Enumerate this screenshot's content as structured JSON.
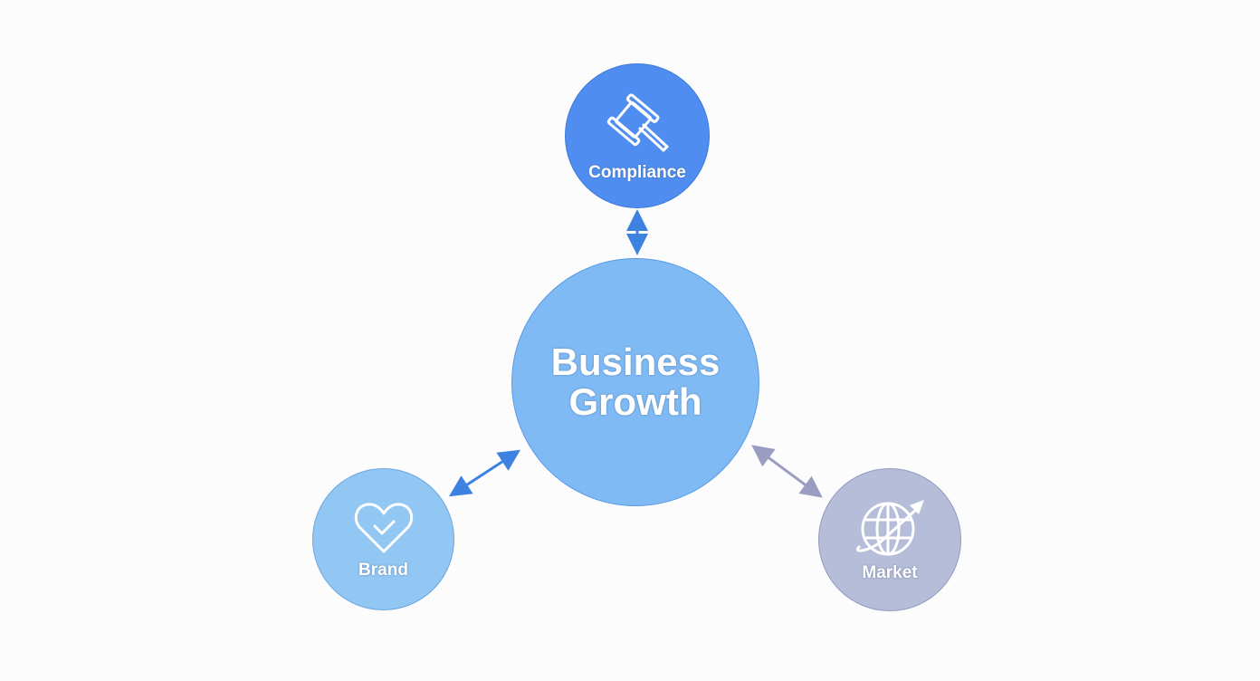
{
  "diagram": {
    "center": {
      "label_line1": "Business",
      "label_line2": "Growth",
      "color": "#7fbaf5"
    },
    "nodes": [
      {
        "label": "Compliance",
        "icon": "gavel-icon",
        "color": "#4f8ef0"
      },
      {
        "label": "Brand",
        "icon": "heart-check-icon",
        "color": "#92c7f3"
      },
      {
        "label": "Market",
        "icon": "globe-arrow-icon",
        "color": "#b5bdd8"
      }
    ],
    "connections": [
      {
        "from": "Compliance",
        "to": "Business Growth",
        "type": "bidirectional",
        "color": "#3d82e0"
      },
      {
        "from": "Brand",
        "to": "Business Growth",
        "type": "bidirectional",
        "color": "#3d82e0"
      },
      {
        "from": "Market",
        "to": "Business Growth",
        "type": "bidirectional",
        "color": "#9a9cc0"
      }
    ]
  }
}
